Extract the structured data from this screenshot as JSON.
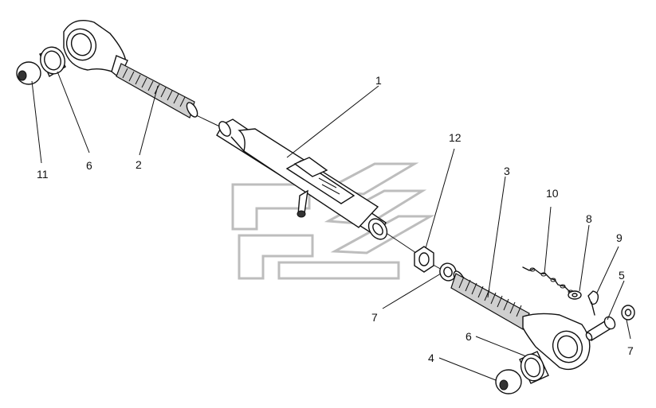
{
  "callouts": [
    {
      "id": "c1",
      "label": "1"
    },
    {
      "id": "c2",
      "label": "2"
    },
    {
      "id": "c3",
      "label": "3"
    },
    {
      "id": "c4",
      "label": "4"
    },
    {
      "id": "c5",
      "label": "5"
    },
    {
      "id": "c6a",
      "label": "6"
    },
    {
      "id": "c6b",
      "label": "6"
    },
    {
      "id": "c7a",
      "label": "7"
    },
    {
      "id": "c7b",
      "label": "7"
    },
    {
      "id": "c8",
      "label": "8"
    },
    {
      "id": "c9",
      "label": "9"
    },
    {
      "id": "c10",
      "label": "10"
    },
    {
      "id": "c11",
      "label": "11"
    },
    {
      "id": "c12",
      "label": "12"
    }
  ]
}
